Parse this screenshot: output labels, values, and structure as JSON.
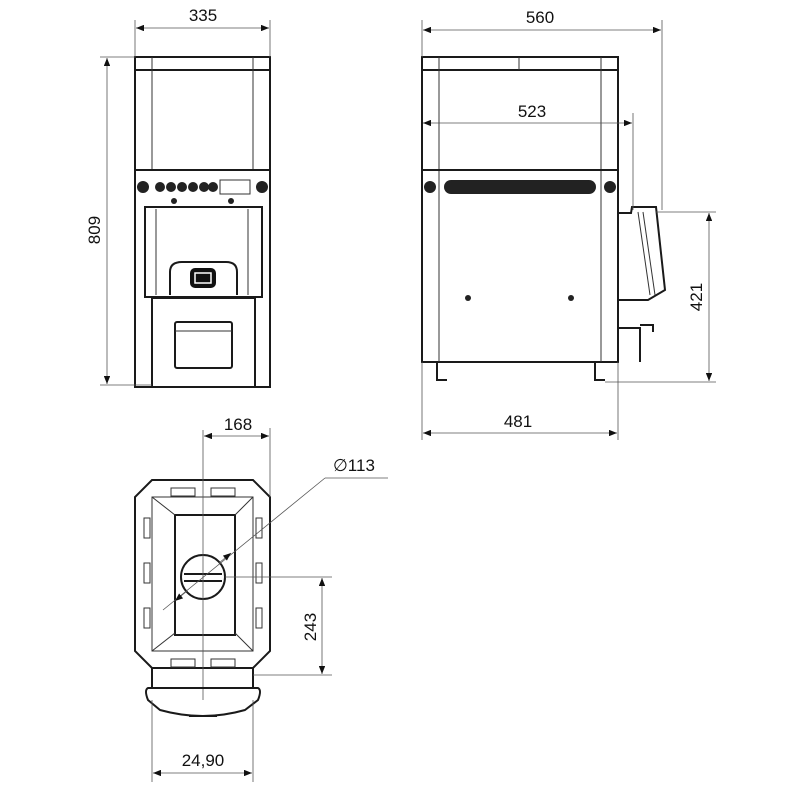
{
  "dimensions": {
    "front_width": "335",
    "height": "809",
    "side_depth": "560",
    "side_inner": "523",
    "side_base": "481",
    "door_height": "421",
    "top_offset": "168",
    "flue_diameter": "∅113",
    "flue_offset": "243",
    "handle_width": "24,90"
  },
  "colors": {
    "line": "#1a1a1a",
    "dimension": "#555555"
  }
}
